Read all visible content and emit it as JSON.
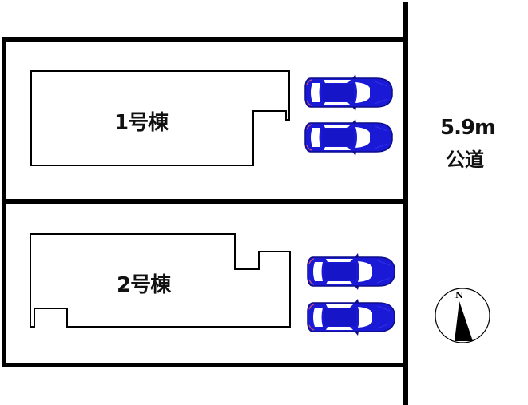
{
  "plot_plan": {
    "buildings": [
      {
        "id": "b1",
        "label": "1号棟",
        "parking_spaces": 2
      },
      {
        "id": "b2",
        "label": "2号棟",
        "parking_spaces": 2
      }
    ],
    "road": {
      "width": "5.9m",
      "type": "公道"
    },
    "compass": {
      "direction_label": "N",
      "icon": "north-arrow-icon"
    },
    "car_icon": "car-top-view-icon",
    "colors": {
      "lines": "#000000",
      "car_body": "#1a1ad6",
      "car_glass": "#ffffff",
      "background": "#ffffff"
    }
  }
}
